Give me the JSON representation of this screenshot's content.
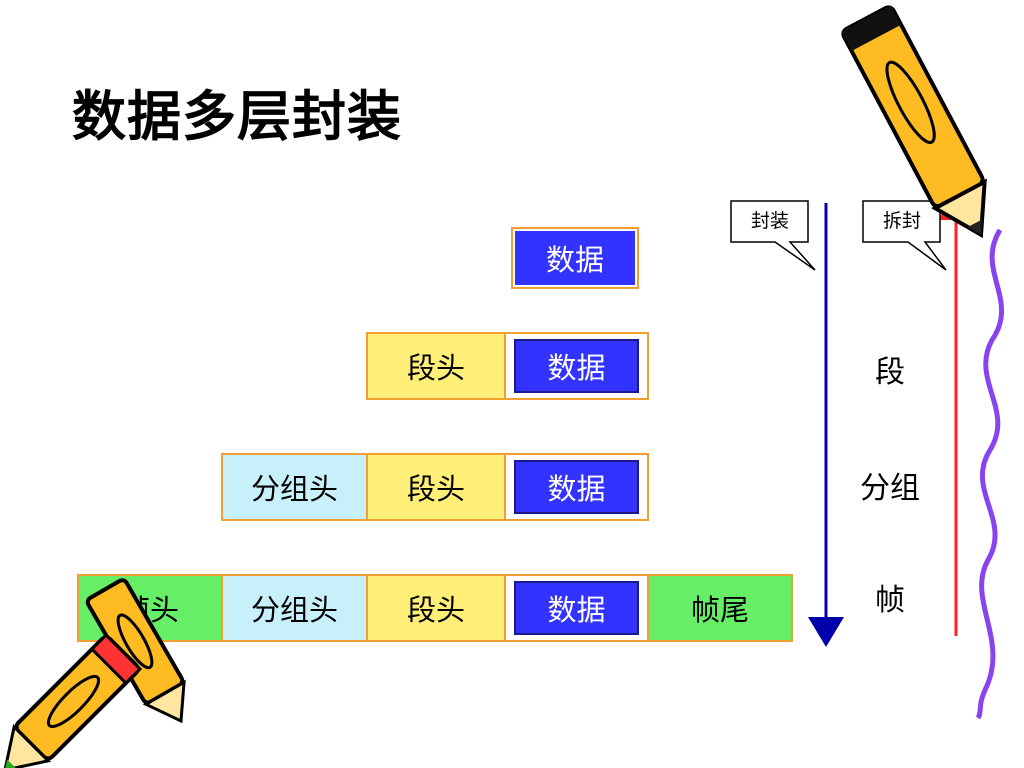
{
  "title": "数据多层封装",
  "rows": {
    "row1": {
      "data": "数据"
    },
    "row2": {
      "segment_header": "段头",
      "data": "数据"
    },
    "row3": {
      "packet_header": "分组头",
      "segment_header": "段头",
      "data": "数据"
    },
    "row4": {
      "frame_header": "帧头",
      "packet_header": "分组头",
      "segment_header": "段头",
      "data": "数据",
      "frame_trailer": "帧尾"
    }
  },
  "callouts": {
    "encapsulate": "封装",
    "decapsulate": "拆封"
  },
  "layers": {
    "segment": "段",
    "packet": "分组",
    "frame": "帧"
  },
  "colors": {
    "data_fill": "#3333ff",
    "segment_fill": "#ffee77",
    "packet_fill": "#c8f0fa",
    "frame_fill": "#66ee66",
    "down_arrow": "#0000aa",
    "up_arrow": "#ff2222"
  },
  "icons": [
    "pencil-icon",
    "pencils-icon",
    "wavy-line-decoration"
  ]
}
